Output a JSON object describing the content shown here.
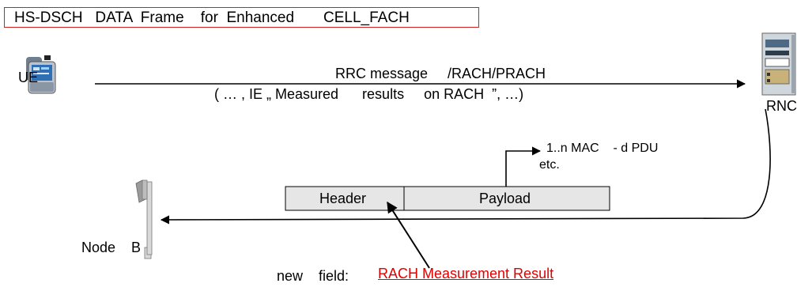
{
  "title": "HS-DSCH   DATA  Frame    for  Enhanced       CELL_FACH",
  "ue_label": "UE",
  "rnc_label": "RNC",
  "nodeb_label": "Node    B",
  "rrc_line1": "RRC message     /RACH/PRACH",
  "rrc_line2": "( … , IE „ Measured      results     on RACH  ”, …)",
  "pdu_line1": "1..n MAC    - d PDU",
  "pdu_line2": "etc.",
  "header_label": "Header",
  "payload_label": "Payload",
  "new_field_prefix": "new    field:",
  "new_field_value": "RACH Measurement Result",
  "colors": {
    "title_border": "#d02020",
    "highlight": "#e00000",
    "box_fill": "#e6e6e6"
  },
  "icons": [
    "ue-handset-icon",
    "rnc-rack-icon",
    "nodeb-antenna-icon"
  ]
}
